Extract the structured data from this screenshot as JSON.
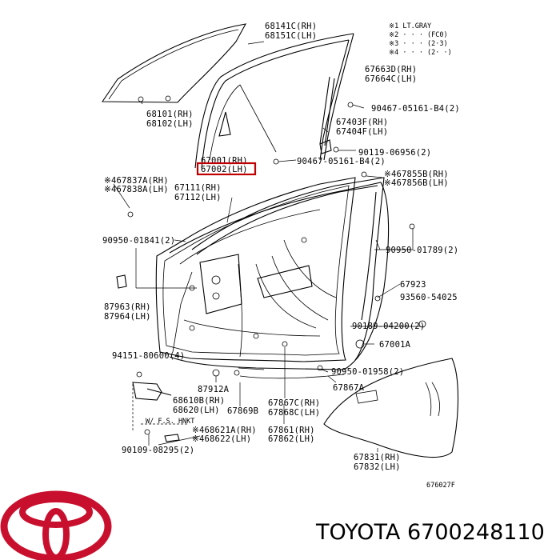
{
  "legend": {
    "lines": [
      "※1 LT.GRAY",
      "※2 · · · (FC0)",
      "※3 · · ·  (2·3)",
      "※4 · · · (2· ·)"
    ]
  },
  "callouts": [
    {
      "id": "c-68141",
      "text": "68141C(RH)"
    },
    {
      "id": "c-68151",
      "text": "68151C(LH)"
    },
    {
      "id": "c-67663",
      "text": "67663D(RH)"
    },
    {
      "id": "c-67664",
      "text": "67664C(LH)"
    },
    {
      "id": "c-90467a",
      "text": "90467-05161-B4(2)"
    },
    {
      "id": "c-68101",
      "text": "68101(RH)"
    },
    {
      "id": "c-68102",
      "text": "68102(LH)"
    },
    {
      "id": "c-67403",
      "text": "67403F(RH)"
    },
    {
      "id": "c-67404",
      "text": "67404F(LH)"
    },
    {
      "id": "c-90119",
      "text": "90119-06956(2)"
    },
    {
      "id": "c-67001",
      "text": "67001(RH)"
    },
    {
      "id": "c-67002",
      "text": "67002(LH)"
    },
    {
      "id": "c-90467b",
      "text": "90467-05161-B4(2)"
    },
    {
      "id": "c-67837",
      "text": "※467837A(RH)"
    },
    {
      "id": "c-67838",
      "text": "※467838A(LH)"
    },
    {
      "id": "c-67111",
      "text": "67111(RH)"
    },
    {
      "id": "c-67112",
      "text": "67112(LH)"
    },
    {
      "id": "c-67855",
      "text": "※467855B(RH)"
    },
    {
      "id": "c-67856",
      "text": "※467856B(LH)"
    },
    {
      "id": "c-90950a",
      "text": "90950-01841(2)"
    },
    {
      "id": "c-90950b",
      "text": "90950-01789(2)"
    },
    {
      "id": "c-67923",
      "text": "67923"
    },
    {
      "id": "c-93560",
      "text": "93560-54025"
    },
    {
      "id": "c-87963",
      "text": "87963(RH)"
    },
    {
      "id": "c-87964",
      "text": "87964(LH)"
    },
    {
      "id": "c-90189",
      "text": "90189-04200(2)"
    },
    {
      "id": "c-67001a",
      "text": "67001A"
    },
    {
      "id": "c-94151",
      "text": "94151-80600(4)"
    },
    {
      "id": "c-90950c",
      "text": "90950-01958(2)"
    },
    {
      "id": "c-87912",
      "text": "87912A"
    },
    {
      "id": "c-67867a",
      "text": "67867A"
    },
    {
      "id": "c-68610",
      "text": "68610B(RH)"
    },
    {
      "id": "c-68620",
      "text": "68620(LH)"
    },
    {
      "id": "c-67869",
      "text": "67869B"
    },
    {
      "id": "c-67867c",
      "text": "67867C(RH)"
    },
    {
      "id": "c-67868",
      "text": "67868C(LH)"
    },
    {
      "id": "c-hinge",
      "text": "W/ F.S. HNKT"
    },
    {
      "id": "c-68621",
      "text": "※468621A(RH)"
    },
    {
      "id": "c-68622",
      "text": "※468622(LH)"
    },
    {
      "id": "c-67861",
      "text": "67861(RH)"
    },
    {
      "id": "c-67862",
      "text": "67862(LH)"
    },
    {
      "id": "c-90109",
      "text": "90109-08295(2)"
    },
    {
      "id": "c-67831",
      "text": "67831(RH)"
    },
    {
      "id": "c-67832",
      "text": "67832(LH)"
    },
    {
      "id": "c-fig",
      "text": "676027F"
    }
  ],
  "highlight_part": "67002(LH)",
  "footer": {
    "brand": "TOYOTA",
    "part_number": "6700248110",
    "logo_color": "#c8102e"
  }
}
